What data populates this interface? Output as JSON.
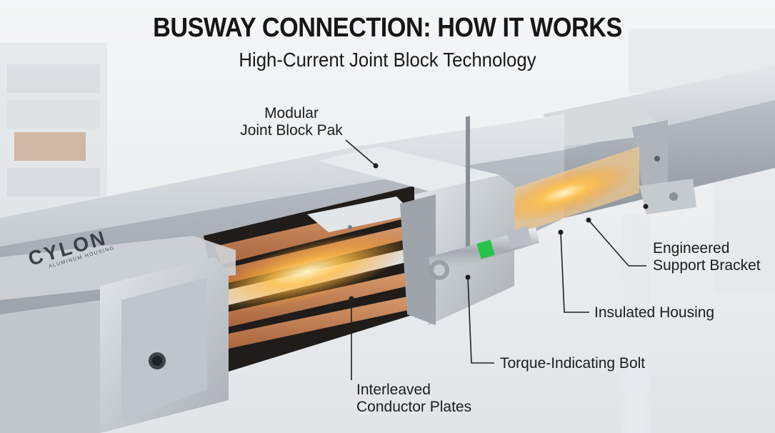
{
  "title": "BUSWAY CONNECTION: HOW IT WORKS",
  "subtitle": "High-Current Joint Block Technology",
  "brand": {
    "logo_text": "CYLON",
    "logo_subtext": "ALUMINUM HOUSING"
  },
  "callouts": {
    "joint_block": {
      "line1": "Modular",
      "line2": "Joint Block Pak"
    },
    "support_bracket": {
      "line1": "Engineered",
      "line2": "Support Bracket"
    },
    "insulated_housing": {
      "text": "Insulated Housing"
    },
    "torque_bolt": {
      "text": "Torque-Indicating Bolt"
    },
    "conductor_plates": {
      "line1": "Interleaved",
      "line2": "Conductor Plates"
    }
  },
  "colors": {
    "housing": "#c9ced3",
    "copper": "#c58257",
    "glow": "#ffb43a",
    "indicator": "#27c24a",
    "leader": "#1f1f1f"
  }
}
